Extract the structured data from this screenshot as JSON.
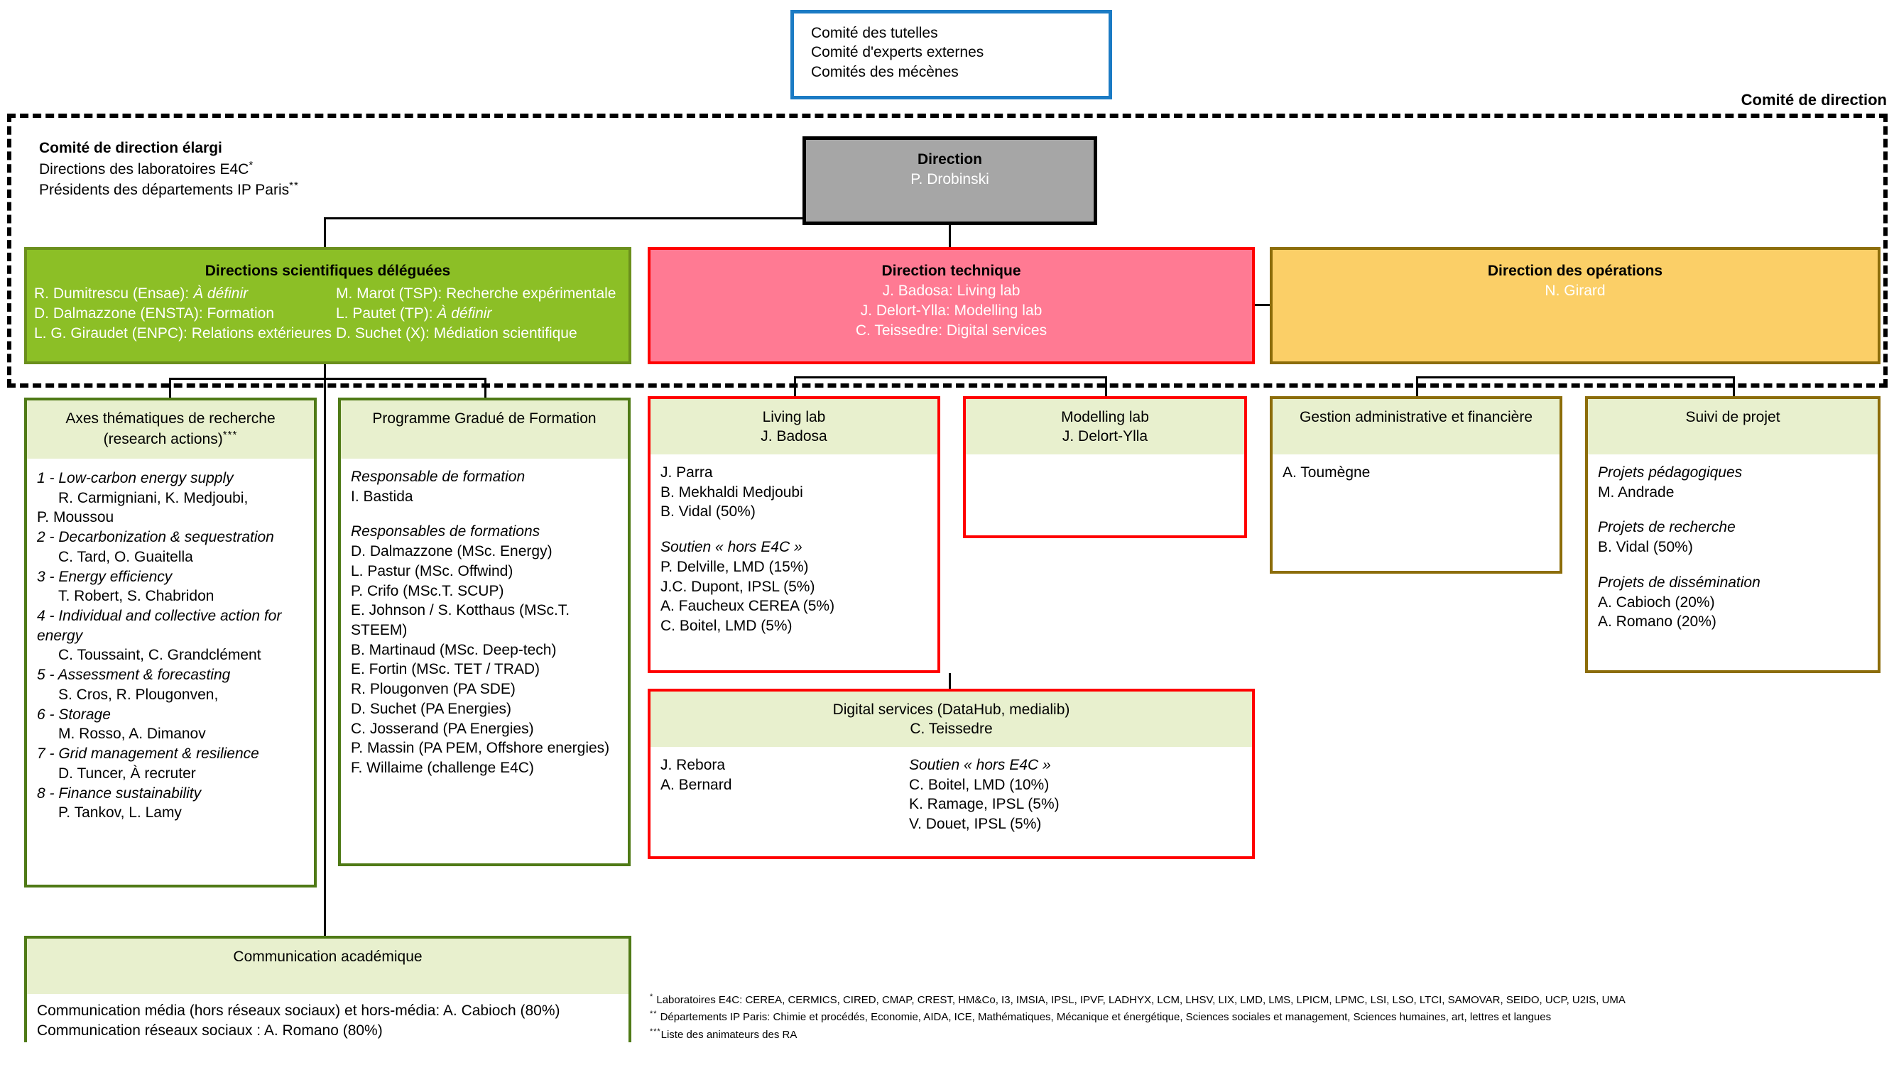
{
  "top_committee": {
    "lines": [
      "Comité des tutelles",
      "Comité d'experts externes",
      "Comités des mécènes"
    ]
  },
  "comite_direction_label": "Comité de direction",
  "comite_direction_elargi": {
    "heading": "Comité de direction élargi",
    "line1": "Directions des laboratoires E4C",
    "line1_mark": "*",
    "line2": "Présidents des départements IP Paris",
    "line2_mark": "**"
  },
  "direction": {
    "title": "Direction",
    "person": "P. Drobinski"
  },
  "directions_scientifiques": {
    "title": "Directions scientifiques déléguées",
    "left_entries": [
      {
        "name": "R. Dumitrescu (Ensae): ",
        "role": "À définir",
        "role_italic": true
      },
      {
        "name": "D. Dalmazzone (ENSTA): Formation",
        "role": "",
        "role_italic": false
      },
      {
        "name": "L. G. Giraudet (ENPC): Relations extérieures",
        "role": "",
        "role_italic": false
      }
    ],
    "right_entries": [
      {
        "name": "M. Marot (TSP): Recherche expérimentale",
        "role": "",
        "role_italic": false
      },
      {
        "name": "L. Pautet (TP): ",
        "role": "À définir",
        "role_italic": true
      },
      {
        "name": "D. Suchet (X): Médiation scientifique",
        "role": "",
        "role_italic": false
      }
    ]
  },
  "direction_technique": {
    "title": "Direction technique",
    "lines": [
      "J. Badosa: Living lab",
      "J. Delort-Ylla: Modelling lab",
      "C. Teissedre: Digital services"
    ]
  },
  "direction_operations": {
    "title": "Direction des opérations",
    "person": "N. Girard"
  },
  "axes": {
    "title_line1": "Axes thématiques de recherche",
    "title_line2": "(research actions)",
    "title_mark": "***",
    "items": [
      {
        "num": "1 - ",
        "theme": "Low-carbon energy supply",
        "people": "R. Carmigniani, K. Medjoubi,",
        "people2": "P. Moussou"
      },
      {
        "num": "2 - ",
        "theme": "Decarbonization & sequestration",
        "people": "C. Tard, O. Guaitella",
        "people2": ""
      },
      {
        "num": "3 - ",
        "theme": "Energy efficiency",
        "people": "T. Robert, S. Chabridon",
        "people2": ""
      },
      {
        "num": "4 - ",
        "theme": "Individual and collective action for energy",
        "people": "C. Toussaint, C. Grandclément",
        "people2": ""
      },
      {
        "num": "5 -  ",
        "theme": "Assessment & forecasting",
        "people": "S. Cros, R. Plougonven,",
        "people2": ""
      },
      {
        "num": "6 -  ",
        "theme": "Storage",
        "people": "M. Rosso, A. Dimanov",
        "people2": ""
      },
      {
        "num": "7 - ",
        "theme": "Grid management & resilience",
        "people": "D. Tuncer, À recruter",
        "people2": ""
      },
      {
        "num": "8 -  ",
        "theme": "Finance sustainability",
        "people": "P. Tankov, L. Lamy",
        "people2": ""
      }
    ]
  },
  "formation": {
    "title": "Programme Gradué de Formation",
    "resp_label": "Responsable de formation",
    "resp_name": "I. Bastida",
    "resps_label": "Responsables de formations",
    "resps": [
      "D. Dalmazzone (MSc. Energy)",
      "L. Pastur (MSc. Offwind)",
      "P. Crifo (MSc.T. SCUP)",
      "E. Johnson / S. Kotthaus (MSc.T. STEEM)",
      "B. Martinaud (MSc. Deep-tech)",
      "E. Fortin (MSc. TET / TRAD)",
      "R. Plougonven (PA SDE)",
      "D. Suchet (PA Energies)",
      "C. Josserand (PA Energies)",
      "P. Massin (PA PEM, Offshore energies)",
      "F. Willaime (challenge E4C)"
    ]
  },
  "living_lab": {
    "title": "Living lab",
    "lead": "J. Badosa",
    "members": [
      "J. Parra",
      "B. Mekhaldi Medjoubi",
      "B. Vidal (50%)"
    ],
    "support_label": "Soutien « hors E4C »",
    "support": [
      "P. Delville, LMD (15%)",
      "J.C. Dupont, IPSL (5%)",
      "A. Faucheux CEREA (5%)",
      "C. Boitel, LMD (5%)"
    ]
  },
  "modelling_lab": {
    "title": "Modelling lab",
    "lead": "J. Delort-Ylla",
    "members": []
  },
  "digital_services": {
    "title": "Digital services (DataHub, medialib)",
    "lead": "C. Teissedre",
    "members": [
      "J. Rebora",
      "A. Bernard"
    ],
    "support_label": "Soutien « hors E4C »",
    "support": [
      "C. Boitel, LMD (10%)",
      "K. Ramage, IPSL (5%)",
      "V. Douet, IPSL (5%)"
    ]
  },
  "gestion": {
    "title": "Gestion administrative et financière",
    "members": [
      "A. Toumègne"
    ]
  },
  "suivi": {
    "title": "Suivi de projet",
    "groups": [
      {
        "label": "Projets pédagogiques",
        "people": [
          "M. Andrade"
        ]
      },
      {
        "label": "Projets de recherche",
        "people": [
          "B. Vidal (50%)"
        ]
      },
      {
        "label": "Projets de dissémination",
        "people": [
          "A. Cabioch (20%)",
          "A. Romano (20%)"
        ]
      }
    ]
  },
  "communication": {
    "title": "Communication académique",
    "lines": [
      "Communication média (hors réseaux sociaux) et hors-média: A. Cabioch (80%)",
      "Communication réseaux sociaux : A. Romano (80%)"
    ]
  },
  "footnotes": [
    {
      "mark": "*",
      "text": "Laboratoires E4C: CEREA, CERMICS, CIRED, CMAP, CREST, HM&Co, I3, IMSIA, IPSL, IPVF, LADHYX, LCM, LHSV, LIX, LMD, LMS, LPICM, LPMC, LSI, LSO, LTCI, SAMOVAR, SEIDO, UCP, U2IS, UMA"
    },
    {
      "mark": "**",
      "text": "Départements IP Paris: Chimie et procédés, Economie, AIDA, ICE, Mathématiques, Mécanique et énergétique, Sciences sociales et management, Sciences humaines, art, lettres et langues"
    },
    {
      "mark": "***",
      "text": "Liste des animateurs des RA"
    }
  ],
  "colors": {
    "blue_border": "#1B7BC4",
    "green_fill": "#8CBF26",
    "pink_fill": "#FF7A93",
    "red_border": "#FF0000",
    "amber_fill": "#FBCF67",
    "gold_border": "#8C6D0A",
    "grey_fill": "#A6A6A6",
    "head_fill": "#E8F0CE",
    "dark_green_border": "#4F7A16"
  }
}
